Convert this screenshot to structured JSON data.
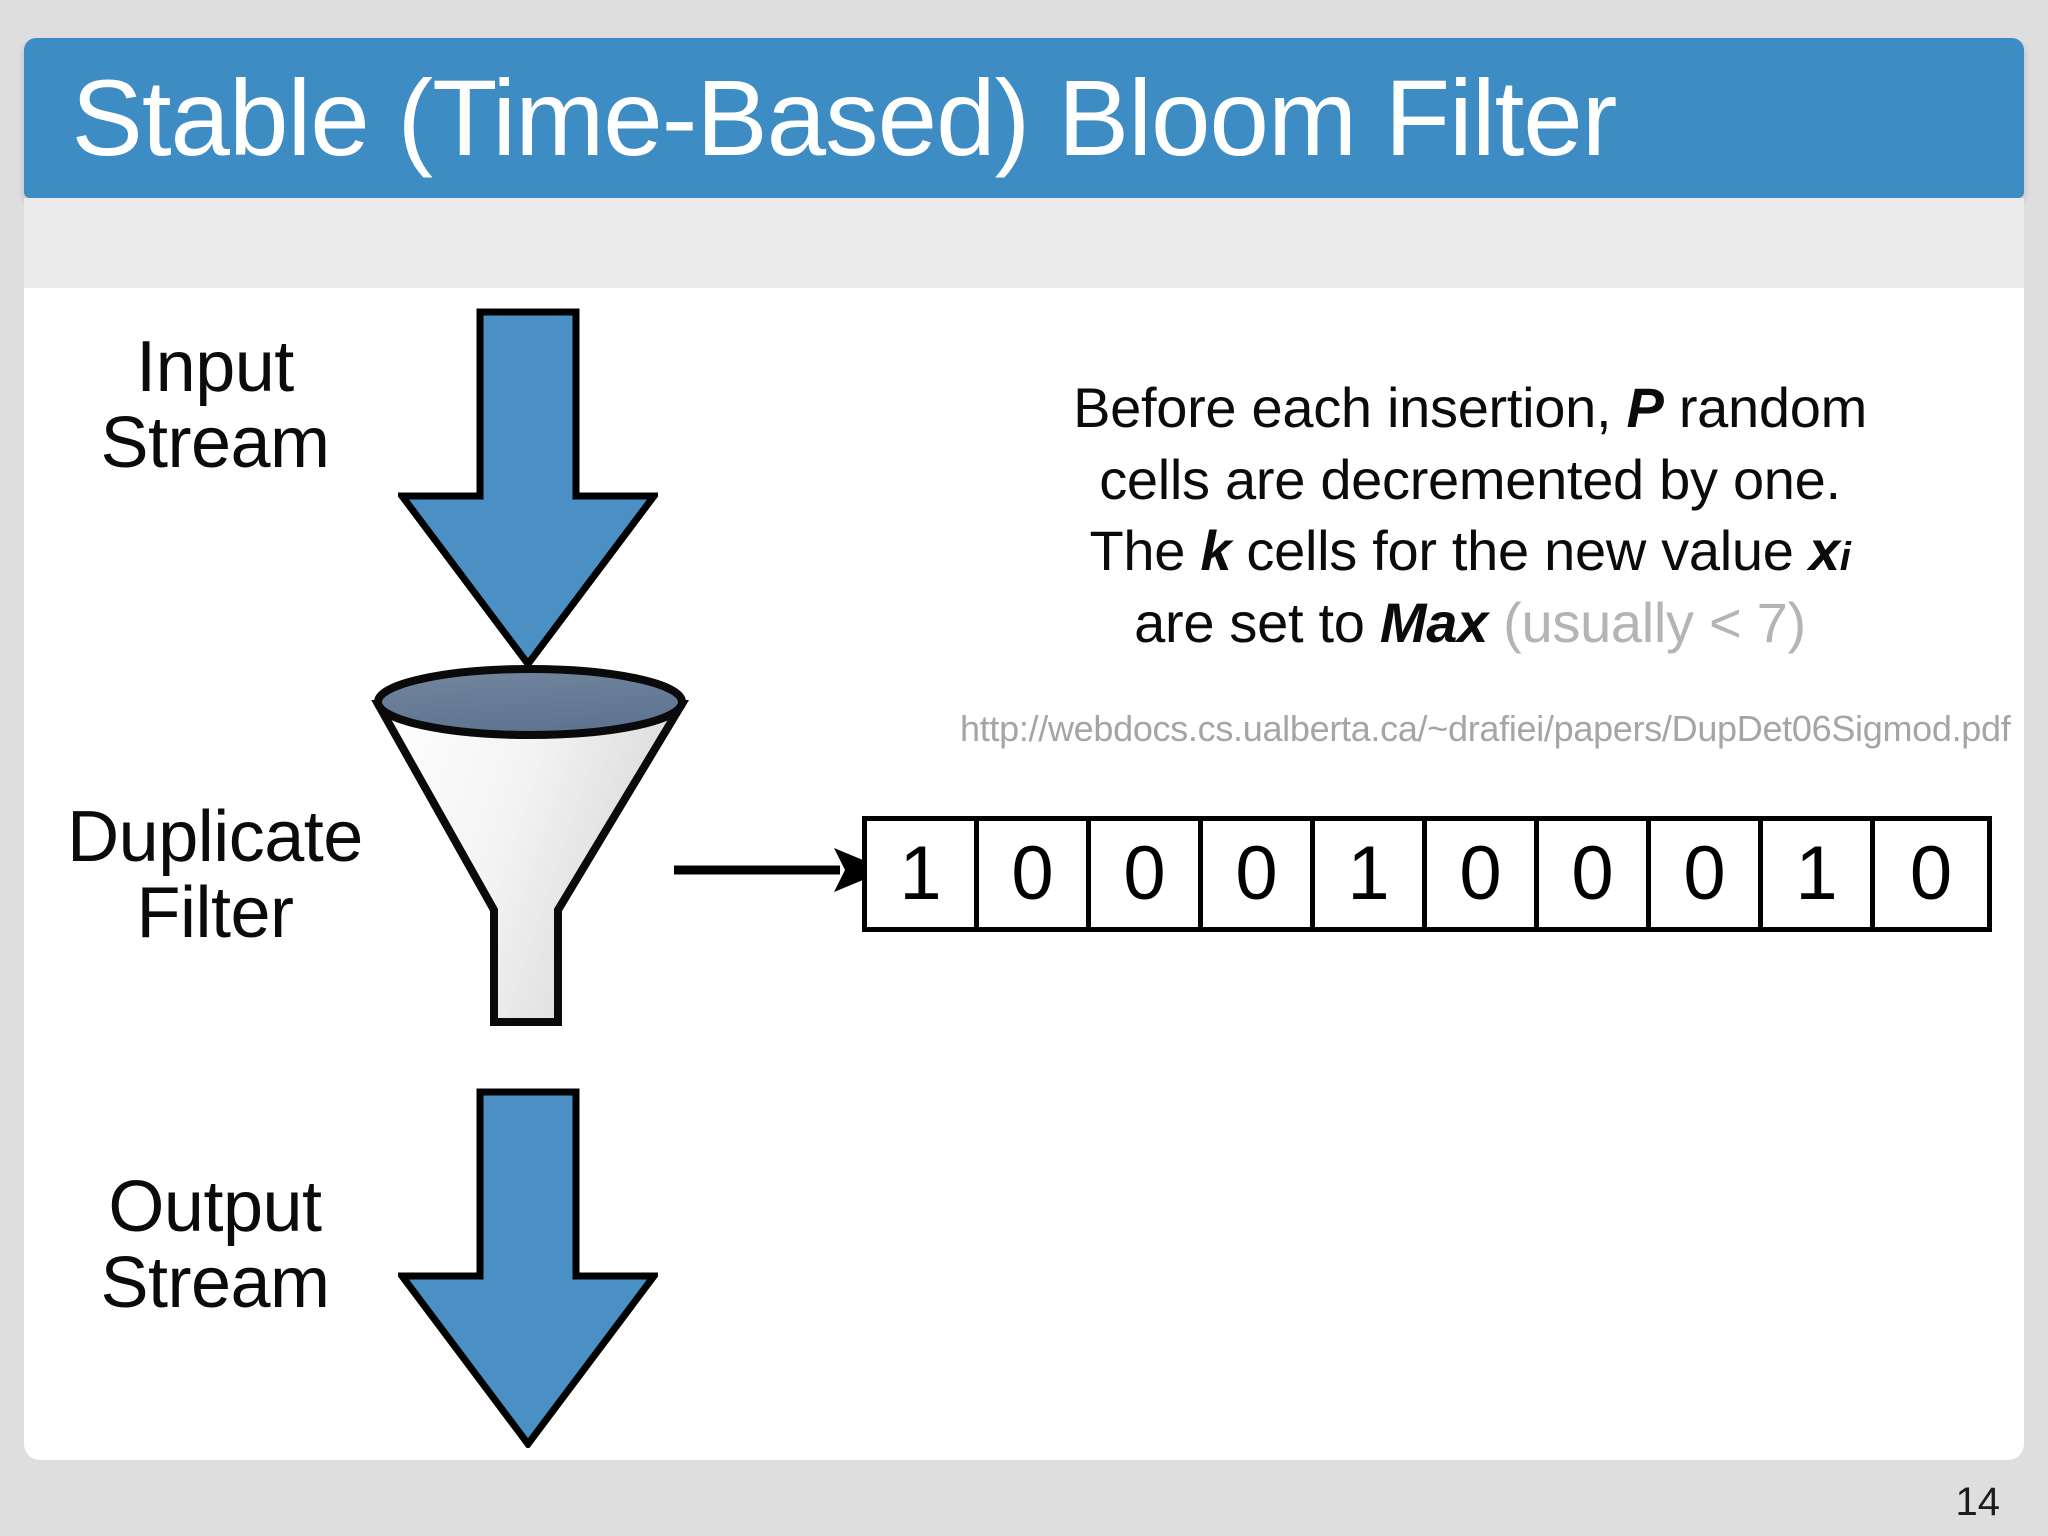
{
  "slide": {
    "title": "Stable (Time-Based) Bloom Filter",
    "page_number": "14",
    "accent_color": "#3d8dc4",
    "arrow_color": "#4a90c4",
    "funnel_rim_color": "#6b7f99",
    "muted_text_color": "#b4b4b4",
    "url_text_color": "#a5a5a8"
  },
  "diagram": {
    "labels": {
      "input": "Input\nStream",
      "filter": "Duplicate\nFilter",
      "output": "Output\nStream"
    },
    "icons": {
      "arrow_top": "down-arrow-icon",
      "arrow_bottom": "down-arrow-icon",
      "funnel": "funnel-icon",
      "flow": "right-arrow-icon"
    }
  },
  "bit_array": {
    "cells": [
      "1",
      "0",
      "0",
      "0",
      "1",
      "0",
      "0",
      "0",
      "1",
      "0"
    ]
  },
  "description": {
    "line1_a": "Before each insertion, ",
    "line1_sym": "P",
    "line1_b": " random",
    "line2": "cells are decremented by one.",
    "line3_a": "The ",
    "line3_sym": "k",
    "line3_b": " cells for the new value ",
    "line3_var": "x",
    "line3_sub": "i",
    "line4_a": "are set to ",
    "line4_sym": "Max",
    "line4_muted": " (usually < 7)"
  },
  "source": {
    "url": "http://webdocs.cs.ualberta.ca/~drafiei/papers/DupDet06Sigmod.pdf"
  }
}
